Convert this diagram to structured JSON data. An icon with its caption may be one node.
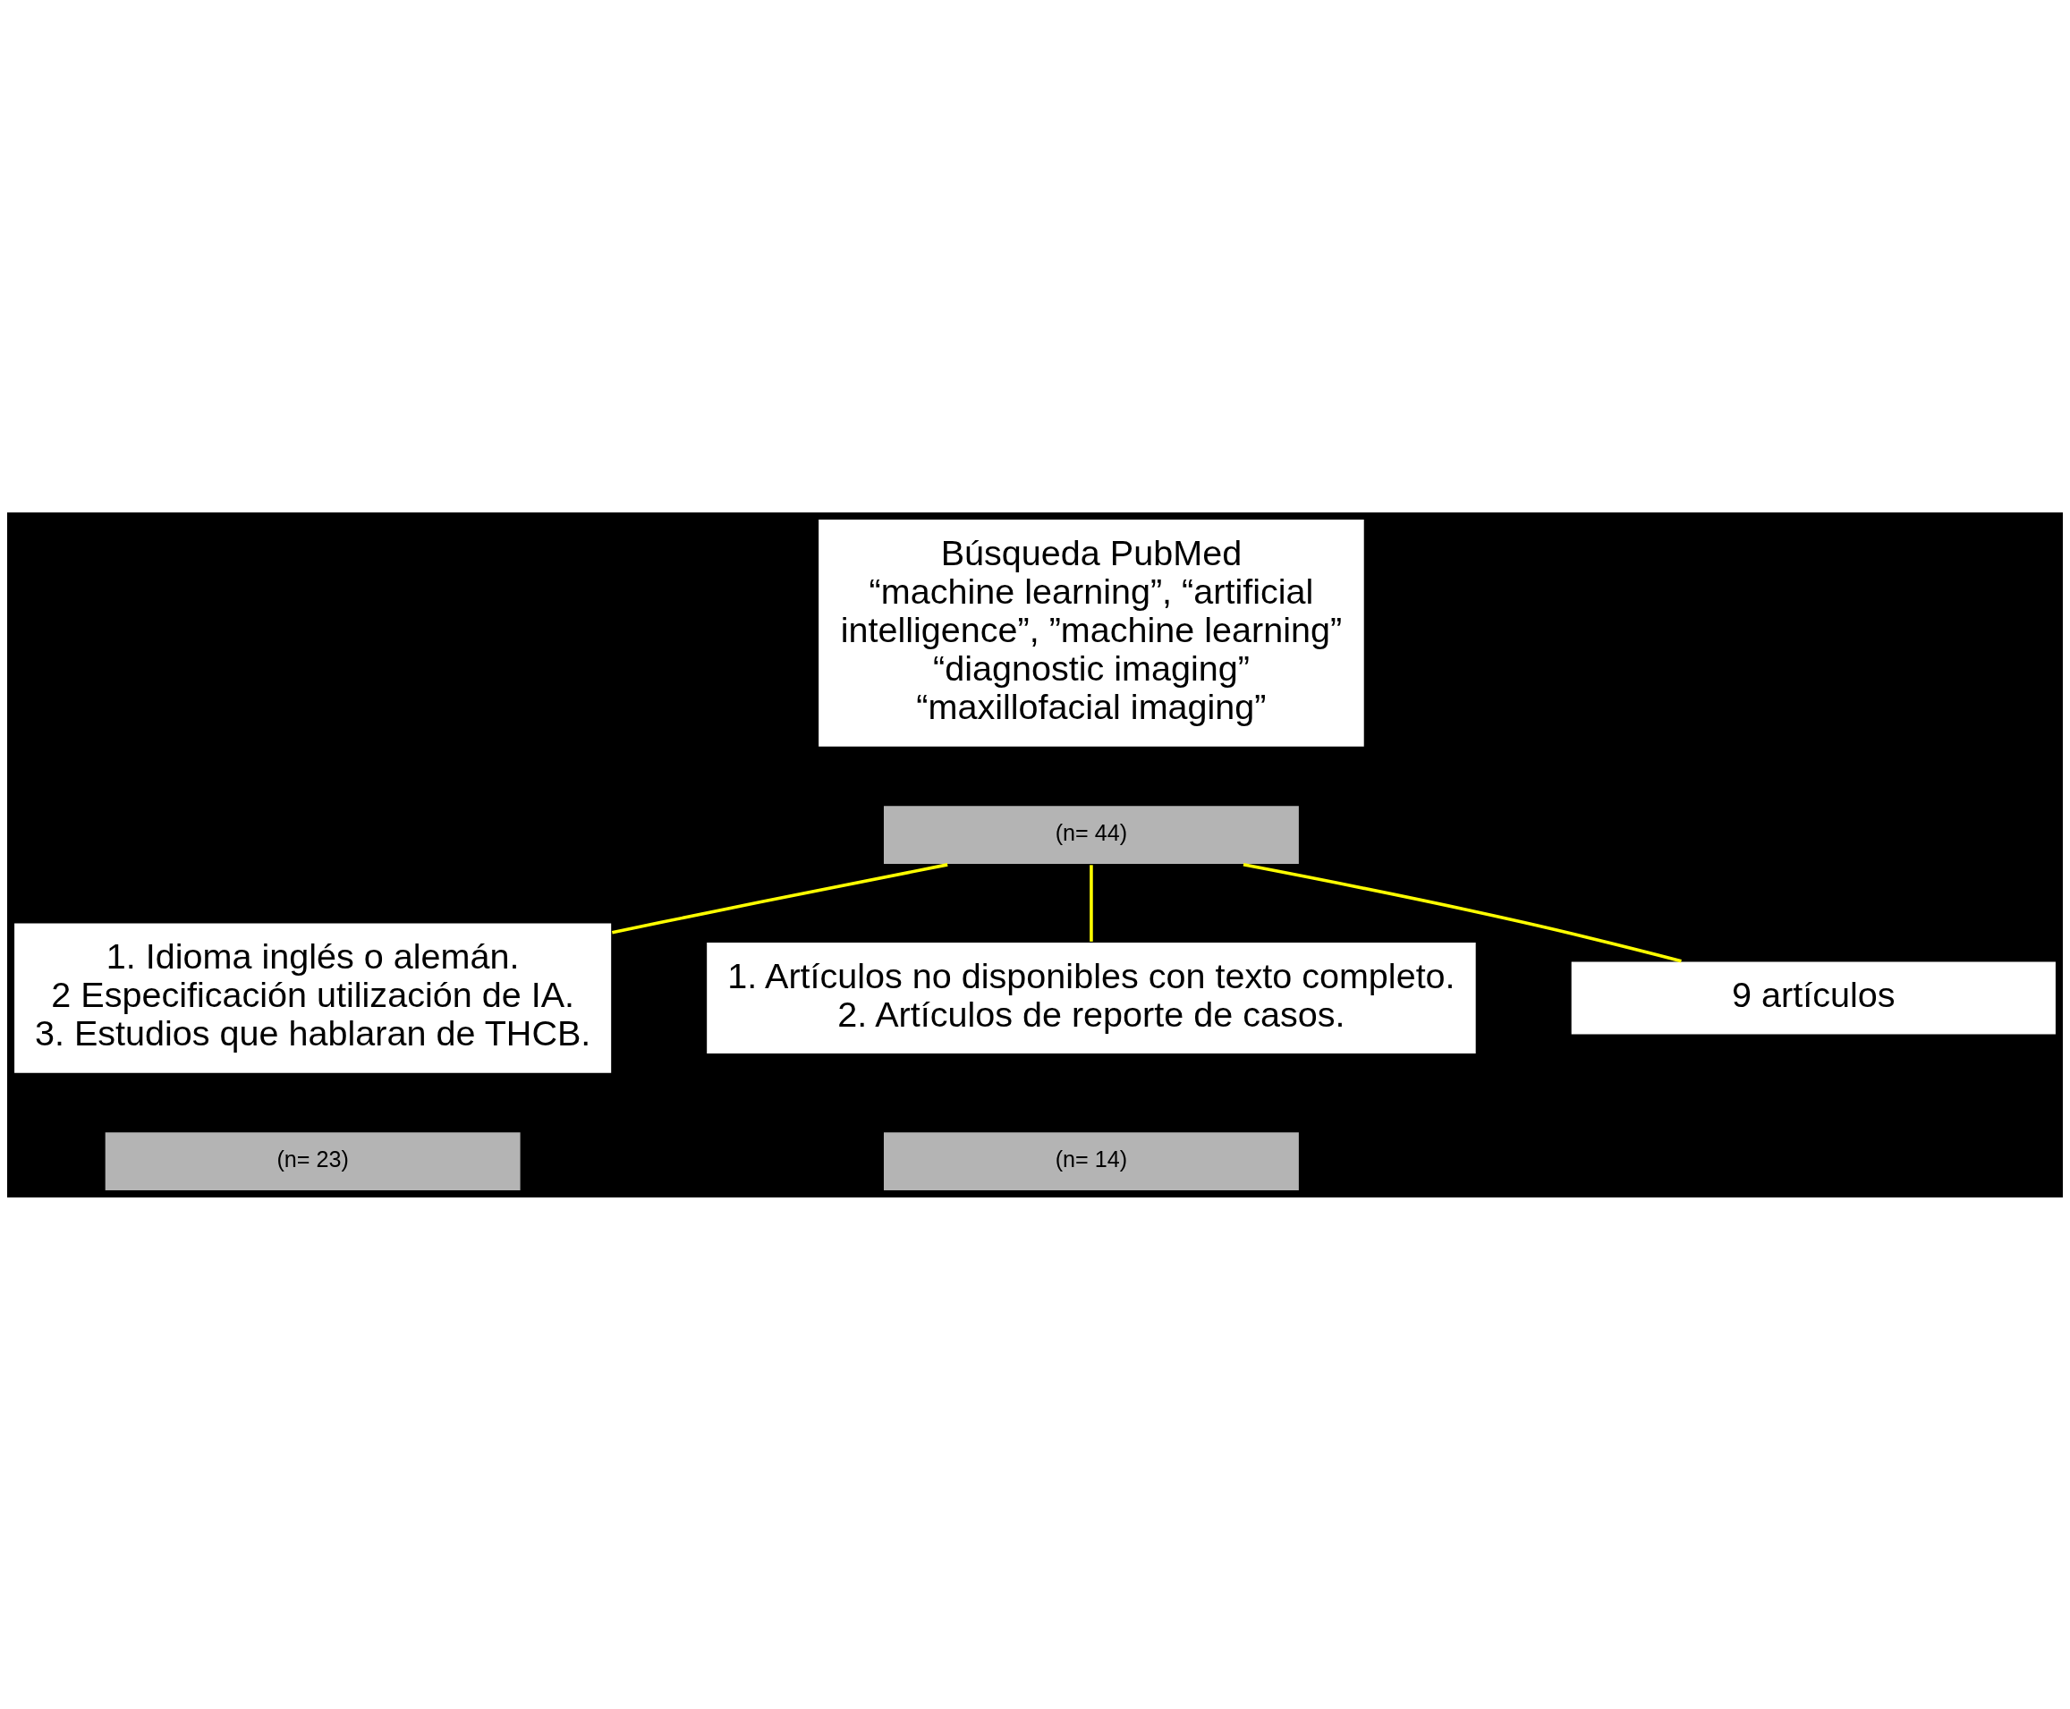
{
  "diagram": {
    "nodes": [
      {
        "text": [
          "Búsqueda PubMed",
          "“machine learning”, “artificial intelligence”, ”machine learning” “diagnostic imaging” “maxillofacial imaging”"
        ]
      },
      {
        "text": [
          "(n= 44)"
        ]
      },
      {
        "text": [
          "1. Idioma inglés o alemán.",
          "2 Especificación utilización de IA.",
          "3. Estudios que hablaran de THCB."
        ]
      },
      {
        "text": [
          "(n= 23)"
        ]
      },
      {
        "text": [
          "1. Artículos no disponibles con texto completo.",
          "2. Artículos de reporte de casos."
        ]
      },
      {
        "text": [
          "(n= 14)"
        ]
      },
      {
        "text": [
          "9 artículos"
        ]
      }
    ],
    "edges": [
      {
        "from": 1,
        "to": 6,
        "arrow": "none"
      },
      {
        "from": 1,
        "to": 2,
        "arrow": "none"
      },
      {
        "from": 1,
        "to": 4,
        "arrow": "none"
      }
    ]
  }
}
